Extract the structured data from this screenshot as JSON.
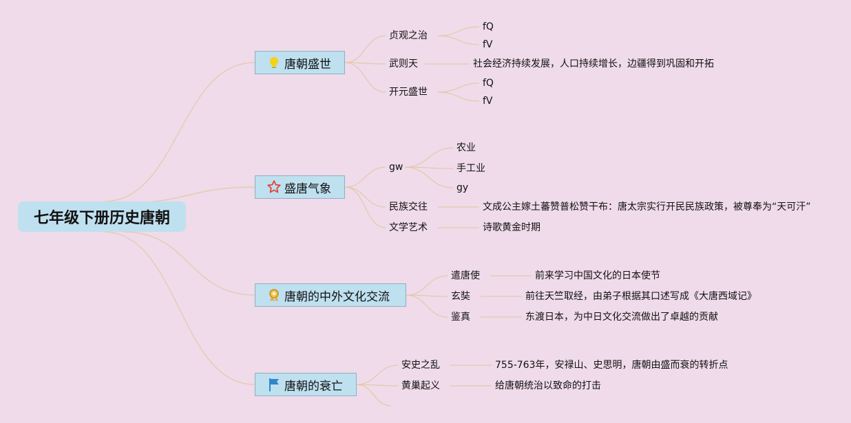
{
  "root": {
    "label": "七年级下册历史唐朝"
  },
  "branches": [
    {
      "label": "唐朝盛世",
      "icon": "lightbulb-icon",
      "children": [
        {
          "label": "贞观之治",
          "children": [
            "fQ",
            "fV"
          ]
        },
        {
          "label": "武则天",
          "children": [
            "社会经济持续发展，人口持续增长，边疆得到巩固和开拓"
          ]
        },
        {
          "label": "开元盛世",
          "children": [
            "fQ",
            "fV"
          ]
        }
      ]
    },
    {
      "label": "盛唐气象",
      "icon": "star-icon",
      "children": [
        {
          "label": "gw",
          "children": [
            "农业",
            "手工业",
            "gy"
          ]
        },
        {
          "label": "民族交往",
          "children": [
            "文成公主嫁土蕃赞普松赞干布：唐太宗实行开民民族政策，被尊奉为“天可汗”"
          ]
        },
        {
          "label": "文学艺术",
          "children": [
            "诗歌黄金时期"
          ]
        }
      ]
    },
    {
      "label": "唐朝的中外文化交流",
      "icon": "medal-icon",
      "children": [
        {
          "label": "遣唐使",
          "children": [
            "前来学习中国文化的日本使节"
          ]
        },
        {
          "label": "玄奘",
          "children": [
            "前往天竺取经，由弟子根据其口述写成《大唐西域记》"
          ]
        },
        {
          "label": "鉴真",
          "children": [
            "东渡日本，为中日文化交流做出了卓越的贡献"
          ]
        }
      ]
    },
    {
      "label": "唐朝的衰亡",
      "icon": "flag-icon",
      "children": [
        {
          "label": "安史之乱",
          "children": [
            "755-763年，安禄山、史思明，唐朝由盛而衰的转折点"
          ]
        },
        {
          "label": "黄巢起义",
          "children": [
            "给唐朝统治以致命的打击"
          ]
        }
      ]
    }
  ],
  "colors": {
    "background": "#efdbea",
    "node_fill": "#bfe0ef",
    "node_border": "#8fb0bf",
    "link": "#e3c9a6",
    "bulb": "#f2d21b",
    "star": "#e2433b",
    "medal": "#e6a83b",
    "flag": "#2f86c8"
  }
}
